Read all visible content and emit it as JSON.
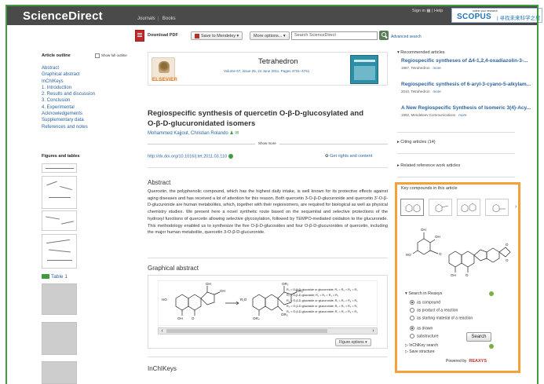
{
  "header": {
    "logo": "ScienceDirect",
    "nav": [
      "Journals",
      "Books"
    ],
    "signin": "Sign in  ▦  |  Help",
    "scopus_small": "online your research",
    "scopus_brand": "SCOPUS",
    "scopus_cn": "| 寻找未来科学之星"
  },
  "toolbar": {
    "download_pdf": "Download PDF",
    "save_mendeley": "Save to Mendeley ▾",
    "more_options": "More options... ▾",
    "search_placeholder": "Search ScienceDirect",
    "advanced_search": "Advanced search"
  },
  "outline": {
    "title": "Article outline",
    "show_full": "Show full outline",
    "items": [
      "Abstract",
      "Graphical abstract",
      "InChIKeys",
      "1. Introduction",
      "2. Results and discussion",
      "3. Conclusion",
      "4. Experimental",
      "Acknowledgements",
      "Supplementary data",
      "References and notes"
    ]
  },
  "figures": {
    "title": "Figures and tables",
    "table_link": "Table 1"
  },
  "journal": {
    "publisher": "ELSEVIER",
    "name": "Tetrahedron",
    "volume": "Volume 67, Issue 25, 24 June 2011, Pages 4731–4741"
  },
  "article": {
    "title_line1": "Regiospecific synthesis of quercetin O-β-D-glucosylated and",
    "title_line2": "O-β-D-glucuronidated isomers",
    "authors": "Mohammed Kajjout, Christian Rolando",
    "author_icons": "♟ ✉",
    "show_more": "Show more",
    "doi": "http://dx.doi.org/10.1016/j.tet.2011.03.110",
    "rights": "Get rights and content",
    "abstract_head": "Abstract",
    "abstract_text": "Quercetin, the polyphenolic compound, which has the highest daily intake, is well known for its protective effects against aging diseases and has received a lot of attention for this reason. Both quercetin 3-O-β-D-glucuronide and quercetin 3'-O-β-D-glucuronide are human metabolites, which, together with their regioisomers, are required for biological as well as physical chemistry studies. We present here a novel synthetic route based on the sequential and selective protections of the hydroxyl functions of quercetin allowing selective glycosylation, followed by TEMPO-mediated oxidation to the glucuronide. This methodology enabled us to synthesize the five O-β-D-glucosides and four O-β-D-glucuronides of quercetin, including the major human metabolite, quercetin 3-O-β-D-glucuronide.",
    "ga_head": "Graphical abstract",
    "figure_options": "Figure options ▾",
    "inchi_head": "InChIKeys",
    "ga_legend": [
      "R₁ = O-β-D-glucoside or glucuronide; R₂ = R₃ = R₄ = R₅",
      "R₂ = O-β-D-glucoside;               R₁ = R₃ = R₄ = R₅",
      "R₃ = O-β-D-glucoside or glucuronide; R₁ = R₂ = R₄ = R₅",
      "R₄ = O-β-D-glucoside or glucuronide; R₁ = R₂ = R₃ = R₅",
      "R₅ = O-β-D-glucoside or glucuronide; R₁ = R₂ = R₃ = R₄"
    ]
  },
  "recommended": {
    "title": "▾ Recommended articles",
    "items": [
      {
        "title": "Regiospecific syntheses of Δ4-1,2,4-oxadiazolin-3-...",
        "meta": "1987, Tetrahedron",
        "more": "more"
      },
      {
        "title": "Regiospecific synthesis of 6-aryl-3-cyano-5-alkylam...",
        "meta": "2010, Tetrahedron",
        "more": "more"
      },
      {
        "title": "A New Regiospecific Synthesis of Isomeric 3(4)-Acy...",
        "meta": "1992, Mendeleev Communications",
        "more": "more"
      }
    ]
  },
  "citing": "▸ Citing articles (14)",
  "related": "▸ Related reference work articles",
  "key_compounds": {
    "title": "Key compounds in this article",
    "search_label": "▾   Search in Reaxys",
    "options": [
      "as compound",
      "as product of a reaction",
      "as starting material of a reaction"
    ],
    "modes": [
      "as drawn",
      "substructure"
    ],
    "search_button": "Search",
    "inchi_search": "▷   InChIKey search",
    "save_structure": "▷   Save structure",
    "powered_by": "Powered by",
    "reaxys": "REAXYS"
  }
}
